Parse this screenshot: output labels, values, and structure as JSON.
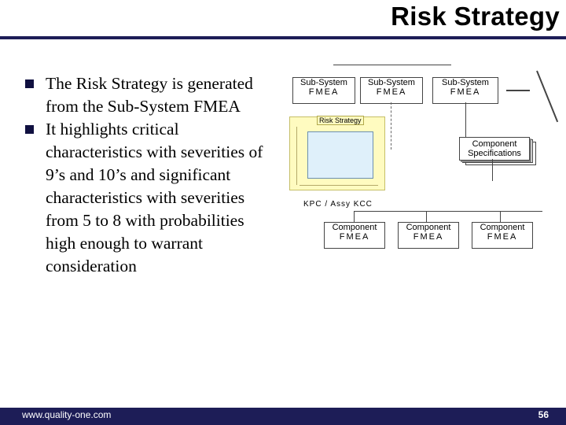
{
  "slide": {
    "title": "Risk Strategy",
    "bullets": [
      {
        "text": "The Risk Strategy is generated from the Sub-System FMEA"
      },
      {
        "text": "It highlights critical characteristics with severities of 9’s and 10’s and significant characteristics with severities from 5 to 8 with probabilities high enough to warrant consideration"
      }
    ]
  },
  "diagram": {
    "subsystem_boxes": [
      {
        "line1": "Sub-System",
        "line2": "FMEA"
      },
      {
        "line1": "Sub-System",
        "line2": "FMEA"
      },
      {
        "line1": "Sub-System",
        "line2": "FMEA"
      }
    ],
    "inset_title": "Risk Strategy",
    "spec_box": {
      "line1": "Component",
      "line2": "Specifications"
    },
    "kpc_label": "KPC / Assy KCC",
    "component_boxes": [
      {
        "line1": "Component",
        "line2": "FMEA"
      },
      {
        "line1": "Component",
        "line2": "FMEA"
      },
      {
        "line1": "Component",
        "line2": "FMEA"
      }
    ]
  },
  "footer": {
    "url": "www.quality-one.com",
    "page_number": "56"
  },
  "colors": {
    "accent_navy": "#1d1d57",
    "inset_yellow": "#fffbc0",
    "inset_blue": "#dff0fa"
  }
}
